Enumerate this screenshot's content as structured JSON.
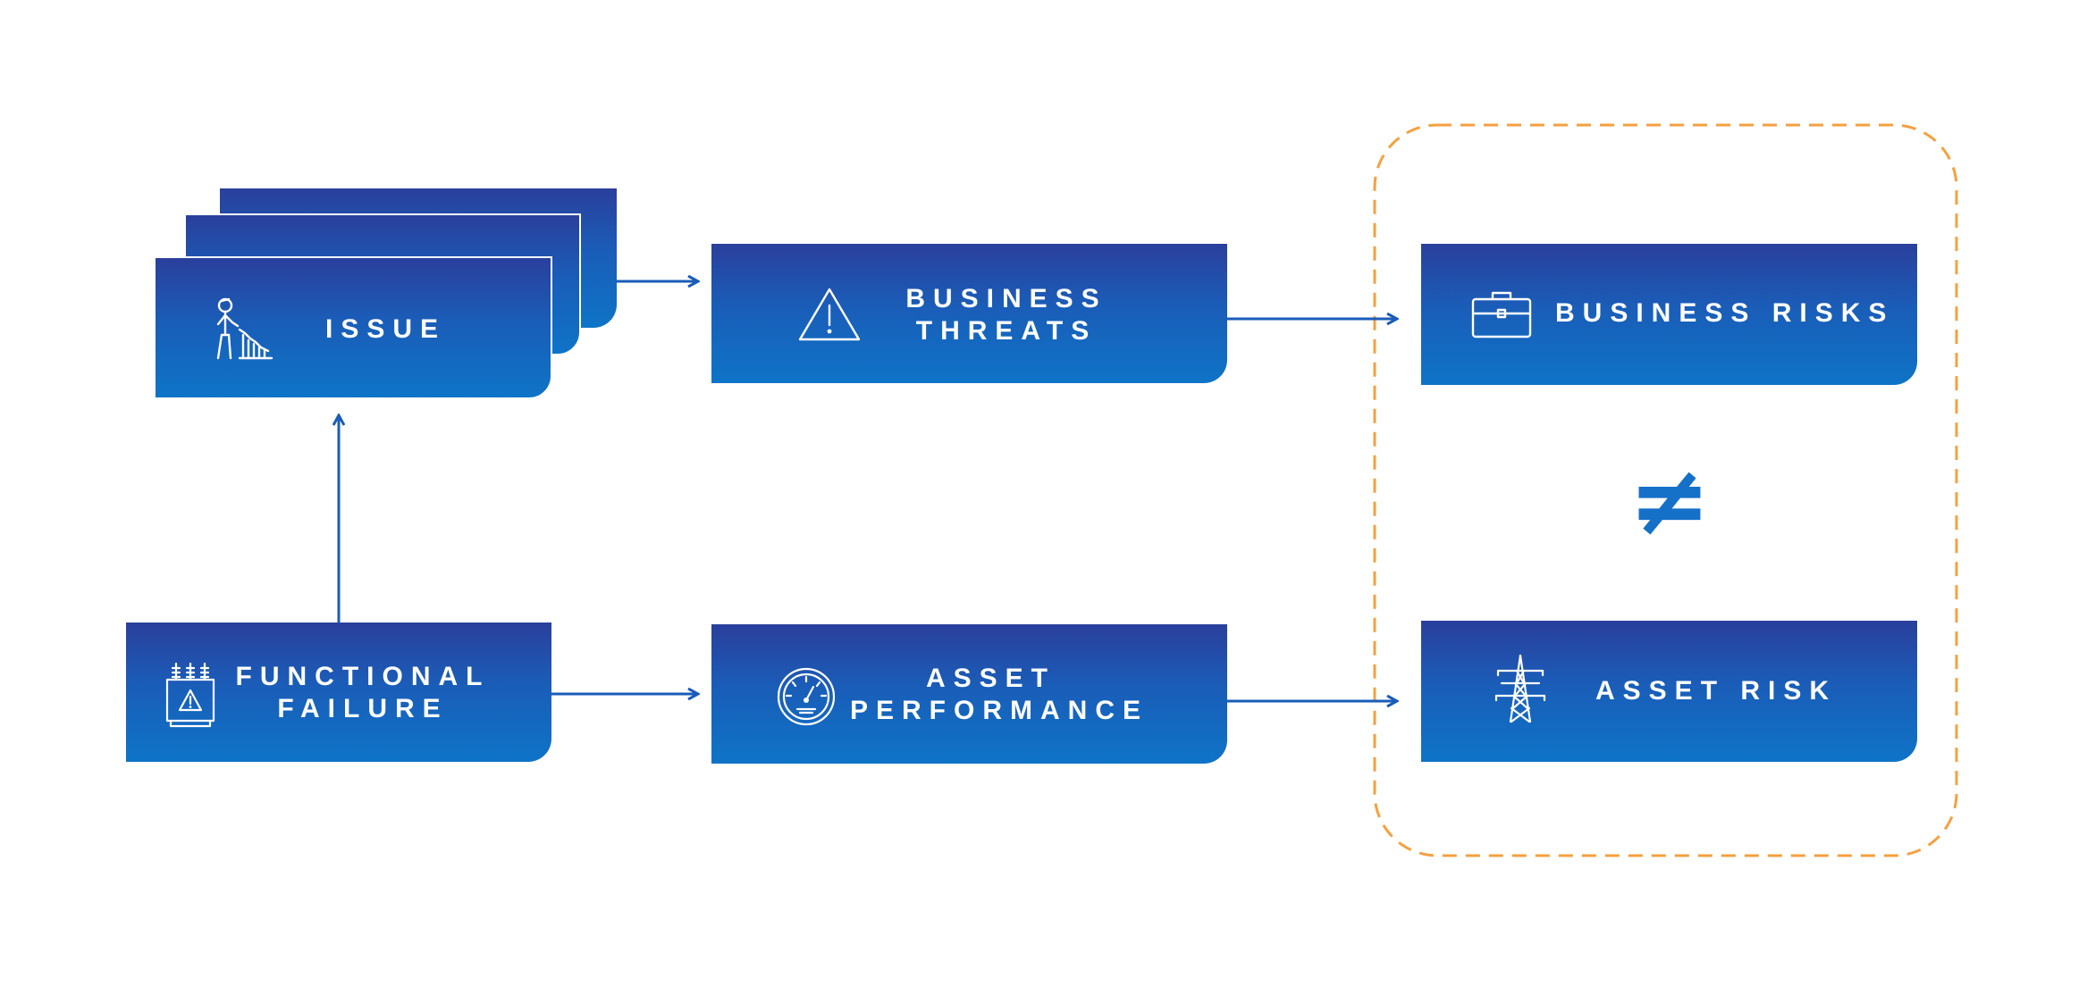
{
  "colors": {
    "box_top": "#2a3f9c",
    "box_bottom": "#0e74c7",
    "arrow": "#1a5cb8",
    "dashed_border": "#f5a040",
    "not_equal": "#1570c8"
  },
  "nodes": {
    "issue": {
      "label": "ISSUE",
      "icon": "person-declining-chart-icon"
    },
    "business_threats": {
      "line1": "BUSINESS",
      "line2": "THREATS",
      "icon": "warning-triangle-icon"
    },
    "business_risks": {
      "label": "BUSINESS RISKS",
      "icon": "briefcase-icon"
    },
    "functional_failure": {
      "line1": "FUNCTIONAL",
      "line2": "FAILURE",
      "icon": "transformer-warning-icon"
    },
    "asset_performance": {
      "line1": "ASSET",
      "line2": "PERFORMANCE",
      "icon": "gauge-icon"
    },
    "asset_risk": {
      "label": "ASSET RISK",
      "icon": "power-pylon-icon"
    }
  },
  "relation": {
    "symbol": "≠"
  }
}
